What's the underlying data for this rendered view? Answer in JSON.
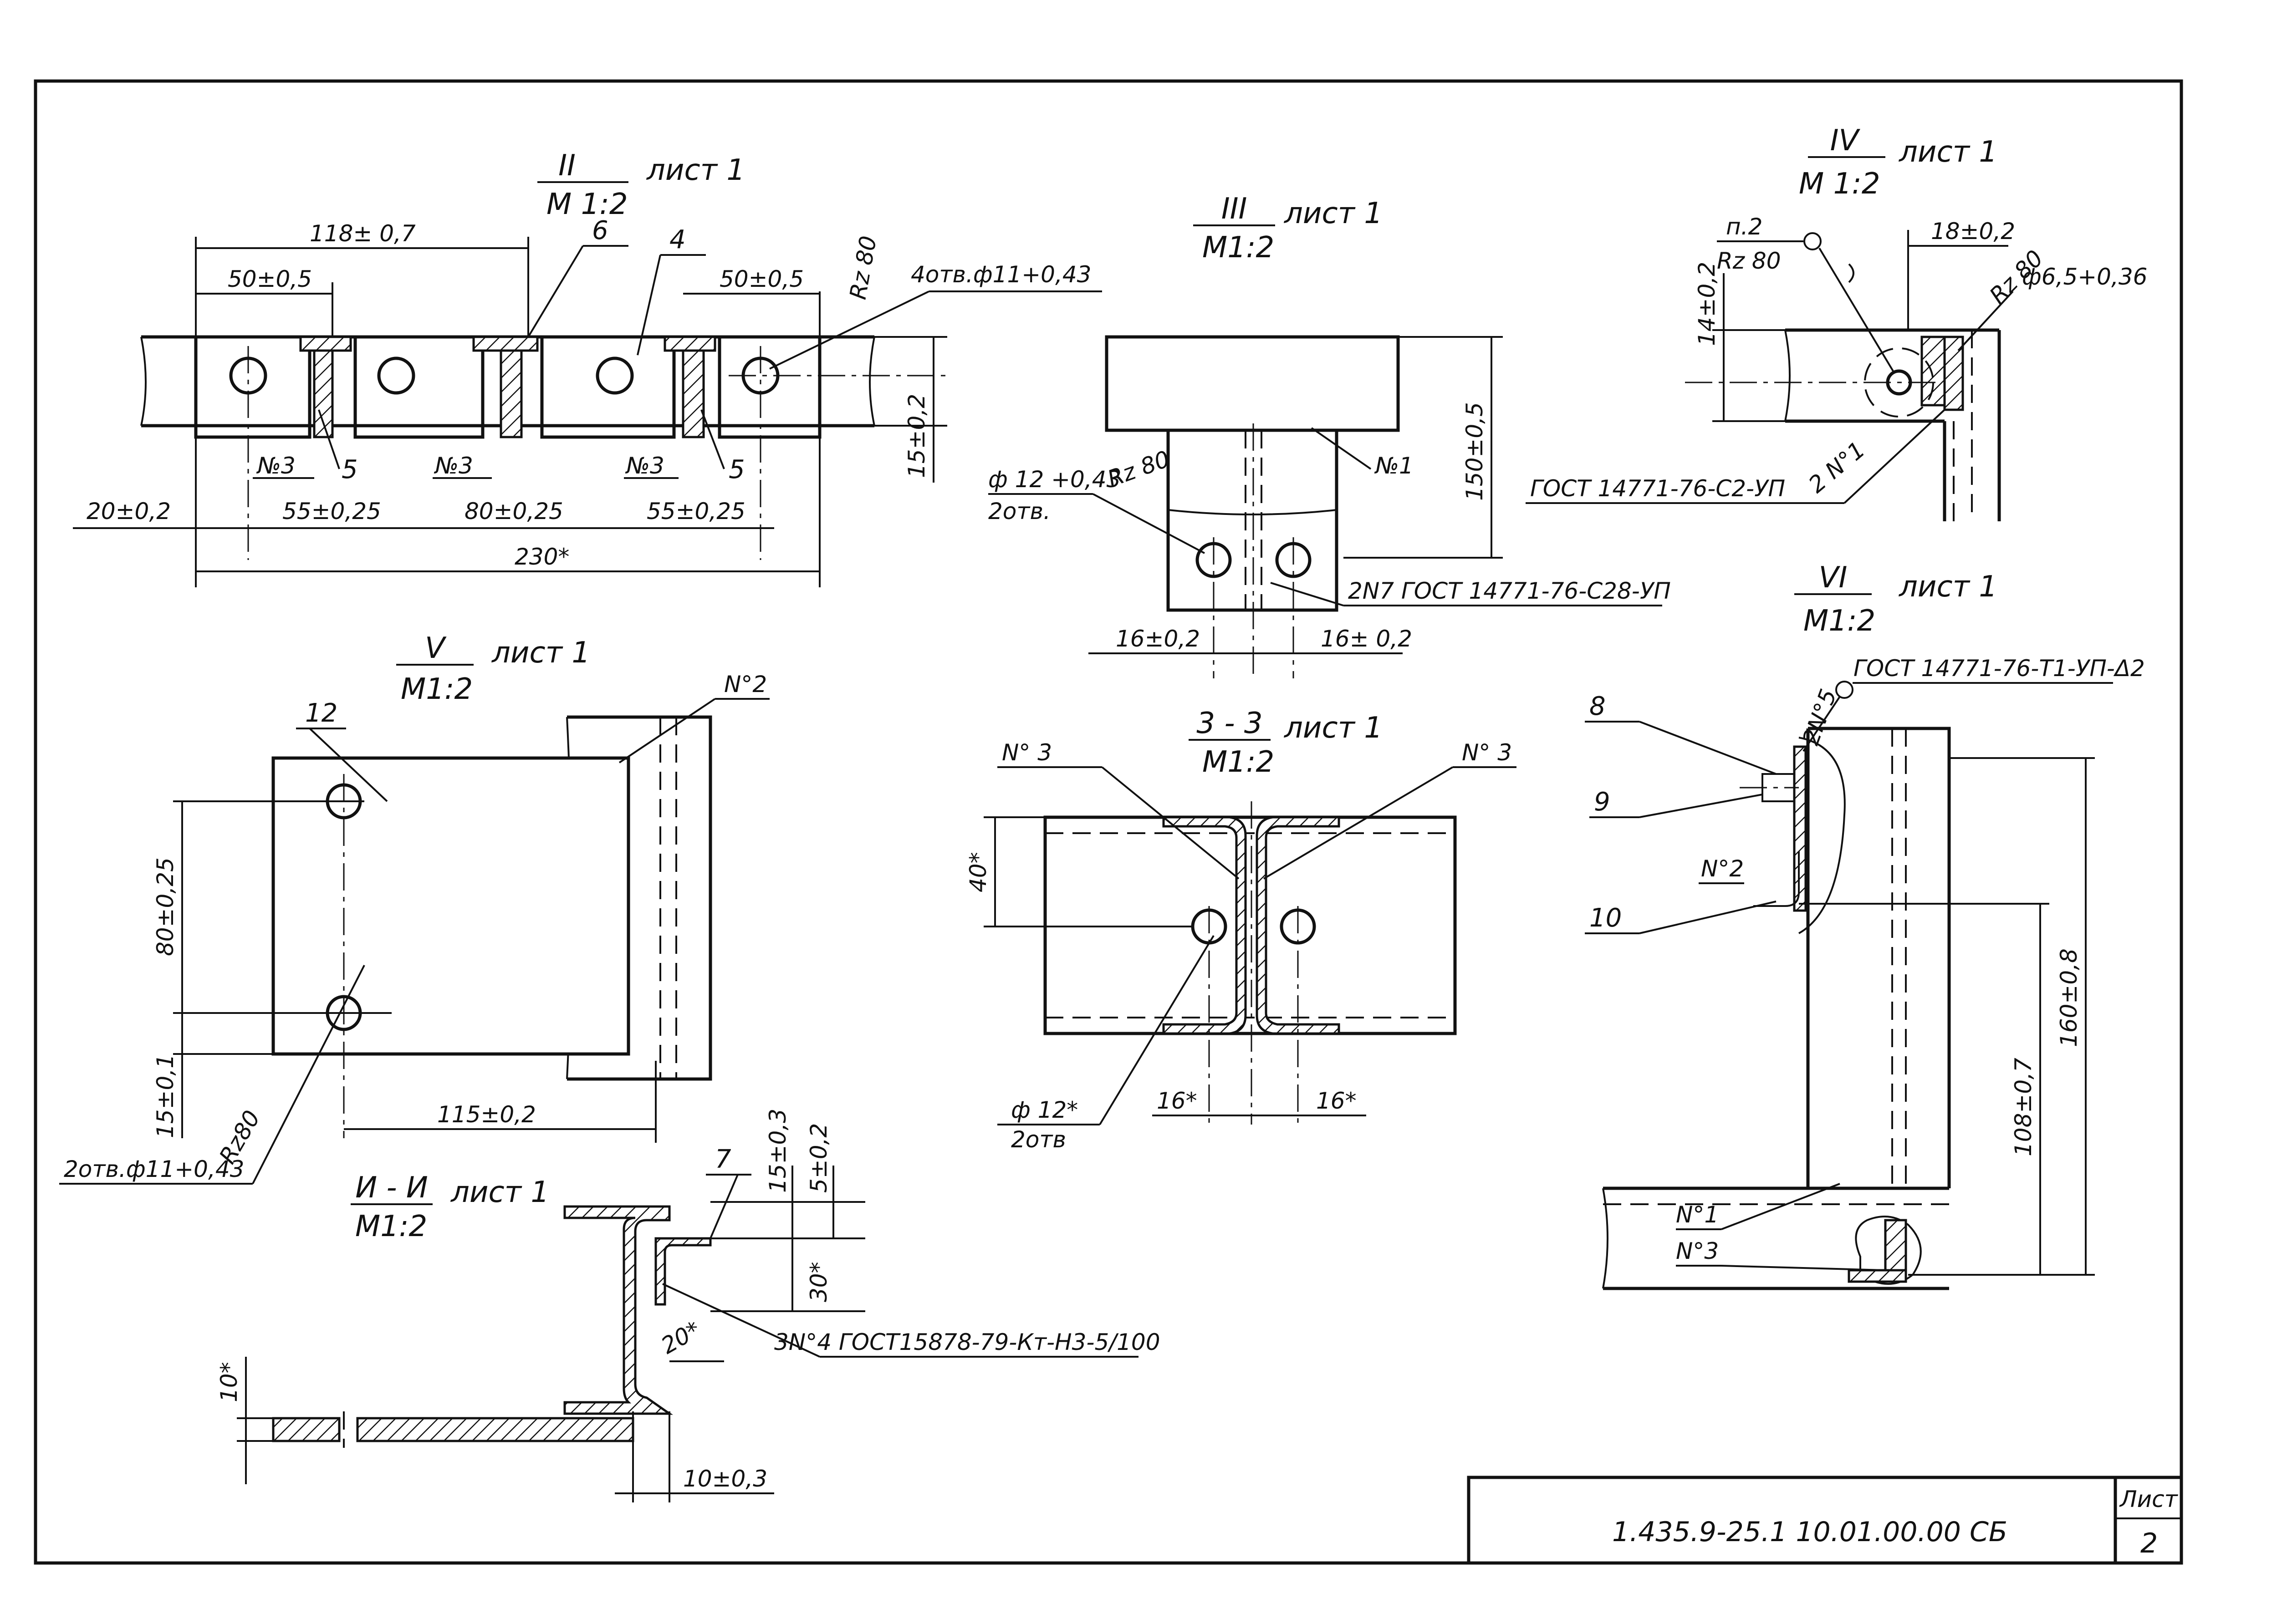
{
  "views": {
    "v2": {
      "title": "II",
      "sheet": "лист 1",
      "scale": "М 1:2",
      "dims": {
        "d118": "118± 0,7",
        "d50a": "50±0,5",
        "d50b": "50±0,5",
        "rz": "Rz 80",
        "holes": "4отв.ф11+0,43",
        "d15": "15±0,2",
        "d20": "20±0,2",
        "d55a": "55±0,25",
        "d80": "80±0,25",
        "d55b": "55±0,25",
        "d230": "230*"
      },
      "labels": {
        "n6": "6",
        "n4": "4",
        "no3a": "№3",
        "n5a": "5",
        "no3b": "№3",
        "no3c": "№3",
        "n5b": "5"
      }
    },
    "v3": {
      "title": "III",
      "sheet": "лист 1",
      "scale": "М1:2",
      "dims": {
        "hole": "ф 12 +0,43",
        "holes2": "2отв.",
        "rz": "Rz 80",
        "d150": "150±0,5",
        "d16a": "16±0,2",
        "d16b": "16± 0,2"
      },
      "labels": {
        "no1": "№1",
        "weld": "2N7  ГОСТ 14771-76-С28-УП"
      }
    },
    "v4": {
      "title": "IV",
      "sheet": "лист 1",
      "scale": "М 1:2",
      "dims": {
        "p2": "п.2",
        "rzA": "Rz 80",
        "d18": "18±0,2",
        "rzB": "Rz 80",
        "hole": "ф6,5+0,36",
        "d14": "14±0,2"
      },
      "labels": {
        "weld": "ГОСТ 14771-76-С2-УП",
        "weldNo": "2 N°1"
      }
    },
    "v5": {
      "title": "V",
      "sheet": "лист 1",
      "scale": "М1:2",
      "dims": {
        "d80": "80±0,25",
        "d15": "15±0,1",
        "d115": "115±0,2",
        "holes": "2отв.ф11+0,43",
        "rz": "Rz80"
      },
      "labels": {
        "n12": "12",
        "no2": "N°2"
      }
    },
    "v33": {
      "title": "3 - 3",
      "sheet": "лист 1",
      "scale": "М1:2",
      "dims": {
        "d40": "40*",
        "hole": "ф 12*",
        "holes2": "2отв",
        "d16a": "16*",
        "d16b": "16*"
      },
      "labels": {
        "no3a": "N° 3",
        "no3b": "N° 3"
      }
    },
    "v6": {
      "title": "VI",
      "sheet": "лист 1",
      "scale": "М1:2",
      "dims": {
        "d108": "108±0,7",
        "d160": "160±0,8"
      },
      "labels": {
        "weld": "ГОСТ 14771-76-Т1-УП-Δ2",
        "weldNo": "2N°5",
        "n8": "8",
        "n9": "9",
        "no2": "N°2",
        "n10": "10",
        "no1": "N°1",
        "no3": "N°3"
      }
    },
    "vii": {
      "title": "И - И",
      "sheet": "лист 1",
      "scale": "М1:2",
      "dims": {
        "d15": "15±0,3",
        "d5": "5±0,2",
        "d30": "30*",
        "d20": "20*",
        "d10": "10*",
        "d10b": "10±0,3"
      },
      "labels": {
        "n7": "7",
        "weld": "3N°4  ГОСТ15878-79-Кт-Н3-5/100"
      }
    }
  },
  "titleblock": {
    "code": "1.435.9-25.1  10.01.00.00 СБ",
    "sheet_label": "Лист",
    "sheet_no": "2"
  }
}
